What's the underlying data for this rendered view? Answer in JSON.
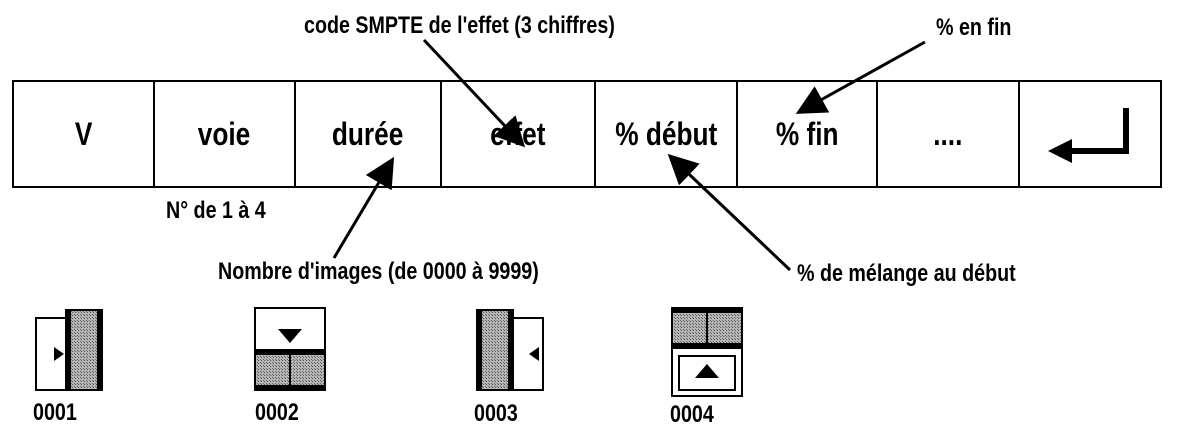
{
  "cells": [
    {
      "id": "v",
      "label": "V"
    },
    {
      "id": "voie",
      "label": "voie"
    },
    {
      "id": "duree",
      "label": "durée"
    },
    {
      "id": "effet",
      "label": "effet"
    },
    {
      "id": "debut",
      "label": "% début"
    },
    {
      "id": "fin",
      "label": "% fin"
    },
    {
      "id": "more",
      "label": "...."
    },
    {
      "id": "enter",
      "label": ""
    }
  ],
  "annotations": {
    "smpte": "code SMPTE de l'effet (3 chiffres)",
    "en_fin": "% en fin",
    "voie_range": "N° de 1 à 4",
    "nombre_images": "Nombre d'images (de 0000 à 9999)",
    "melange": "% de mélange au début"
  },
  "wipes": [
    {
      "code": "0001",
      "direction": "right"
    },
    {
      "code": "0002",
      "direction": "down"
    },
    {
      "code": "0003",
      "direction": "left"
    },
    {
      "code": "0004",
      "direction": "up"
    }
  ],
  "icons": {
    "enter": "return-arrow-icon"
  }
}
